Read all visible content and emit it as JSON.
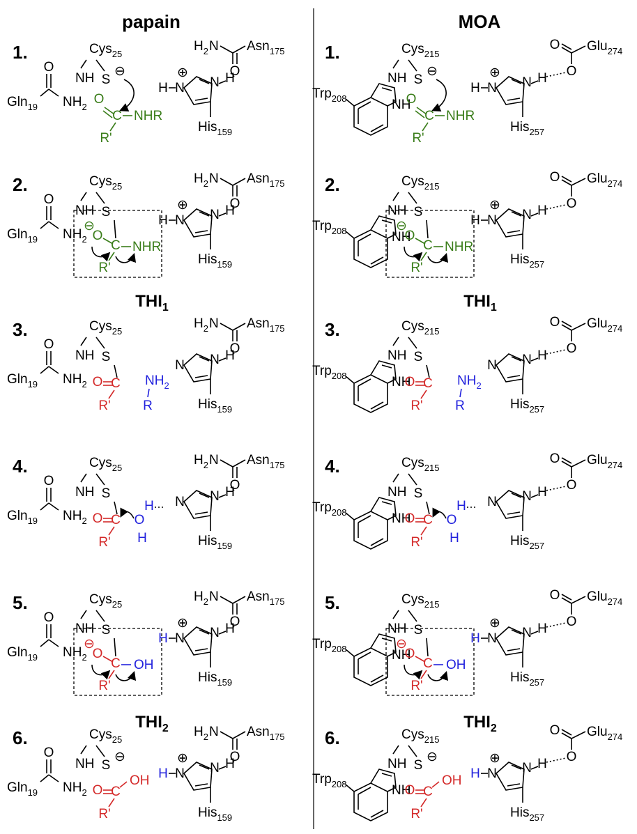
{
  "headers": {
    "left": "papain",
    "right": "MOA"
  },
  "papain": {
    "gln": "Gln",
    "gln_sub": "19",
    "cys": "Cys",
    "cys_sub": "25",
    "asn": "Asn",
    "asn_sub": "175",
    "his": "His",
    "his_sub": "159"
  },
  "moa": {
    "trp": "Trp",
    "trp_sub": "208",
    "cys": "Cys",
    "cys_sub": "215",
    "glu": "Glu",
    "glu_sub": "274",
    "his": "His",
    "his_sub": "257"
  },
  "labels": {
    "nh2": "NH",
    "nh2_sub": "2",
    "h2n": "H",
    "h2n_sub": "2",
    "nhr": "NHR",
    "nh": "NH",
    "s": "S",
    "o": "O",
    "c": "C",
    "n": "N",
    "h": "H",
    "rp": "R'",
    "r": "R",
    "oh": "OH",
    "minus": "⊖",
    "plus": "⊕"
  },
  "steps": [
    {
      "num": "1."
    },
    {
      "num": "2."
    },
    {
      "num": "3."
    },
    {
      "num": "4."
    },
    {
      "num": "5."
    },
    {
      "num": "6."
    }
  ],
  "thi": [
    {
      "text": "THI",
      "sub": "1"
    },
    {
      "text": "THI",
      "sub": "2"
    }
  ],
  "colors": {
    "green": "#3a7d1a",
    "red": "#d42a2a",
    "blue": "#2222dd"
  }
}
